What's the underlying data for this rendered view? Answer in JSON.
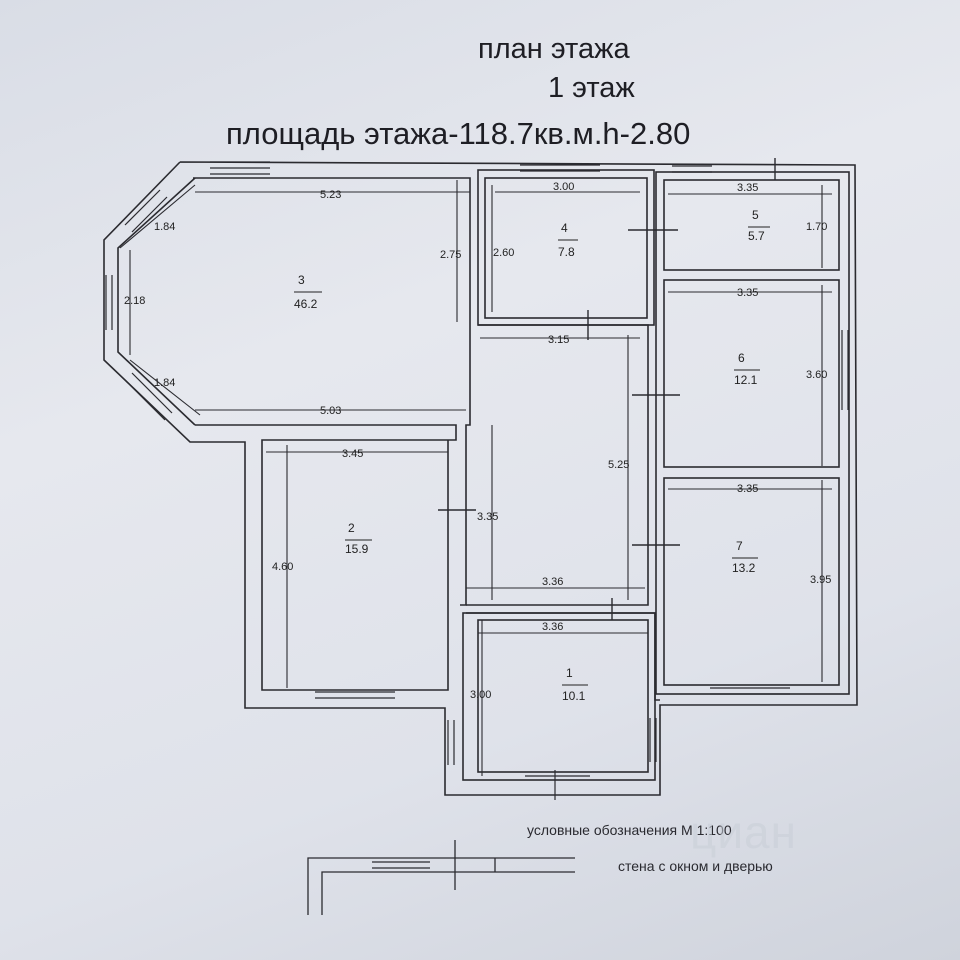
{
  "header": {
    "title": "план этажа",
    "floor": "1 этаж",
    "area": "площадь этажа-118.7кв.м.h-2.80"
  },
  "rooms": [
    {
      "id": "1",
      "number": "1",
      "area": "10.1"
    },
    {
      "id": "2",
      "number": "2",
      "area": "15.9"
    },
    {
      "id": "3",
      "number": "3",
      "area": "46.2"
    },
    {
      "id": "4",
      "number": "4",
      "area": "7.8"
    },
    {
      "id": "5",
      "number": "5",
      "area": "5.7"
    },
    {
      "id": "6",
      "number": "6",
      "area": "12.1"
    },
    {
      "id": "7",
      "number": "7",
      "area": "13.2"
    }
  ],
  "dimensions": {
    "r3_top": "5.23",
    "r3_bottom": "5.03",
    "r3_h": "2.75",
    "bay_1": "1.84",
    "bay_2": "2.18",
    "bay_3": "1.84",
    "r4_w": "3.00",
    "r4_h": "2.60",
    "hall_w": "3.15",
    "hall_h": "5.25",
    "r5_w": "3.35",
    "r5_h": "1.70",
    "r6_w": "3.35",
    "r6_h": "3.60",
    "r7_w": "3.35",
    "r7_h": "3.95",
    "r2_w": "3.45",
    "r2_h": "4.60",
    "hall2_h": "3.35",
    "hall_bottom": "3.36",
    "r1_w": "3.36",
    "r1_h": "3.00"
  },
  "legend": {
    "scale": "условные обозначения М 1:100",
    "symbol": "стена с окном и дверью"
  },
  "watermark": "циан"
}
